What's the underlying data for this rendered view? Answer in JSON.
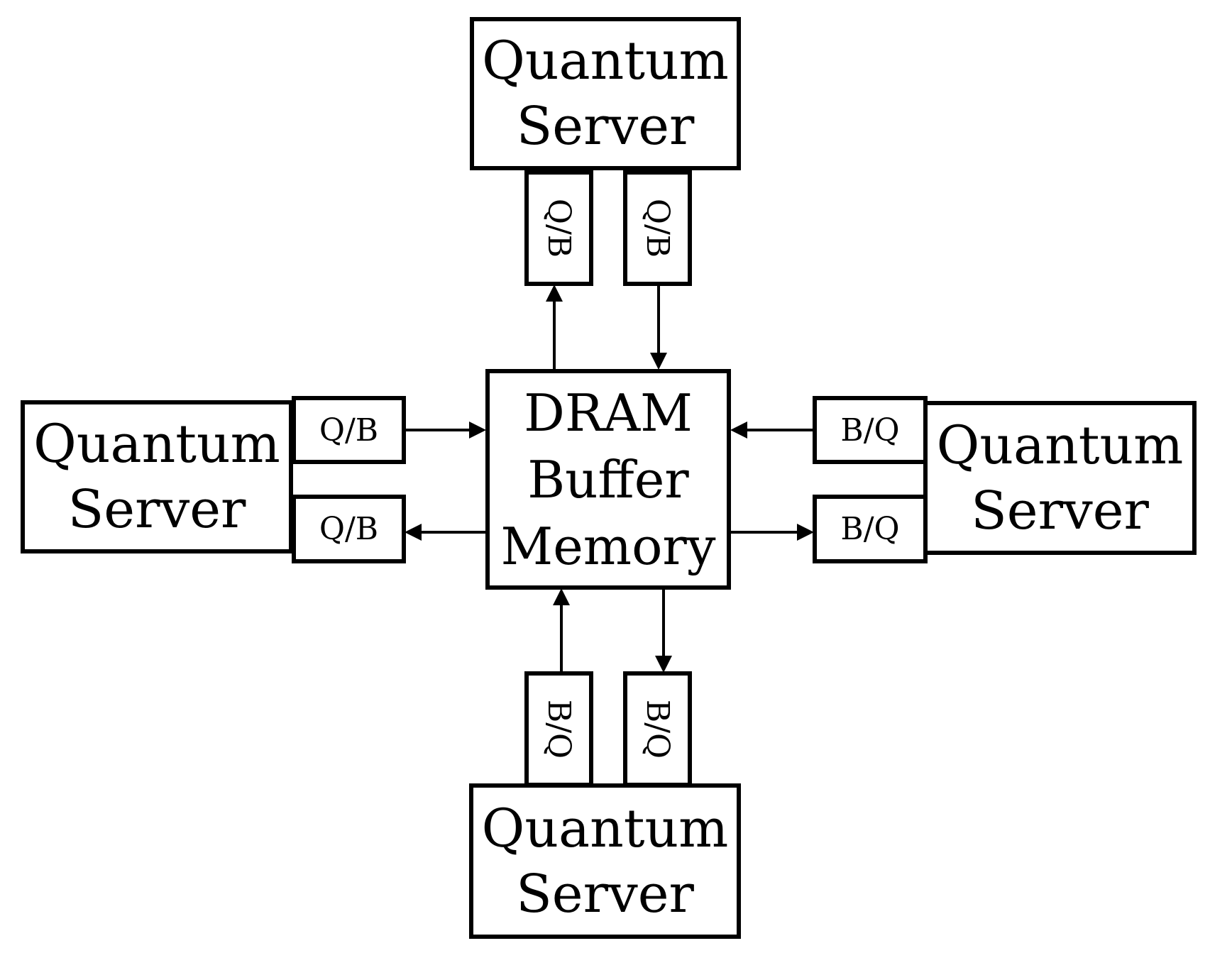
{
  "diagram": {
    "center": {
      "lines": [
        "DRAM",
        "Buffer",
        "Memory"
      ]
    },
    "servers": {
      "top": {
        "lines": [
          "Quantum",
          "Server"
        ]
      },
      "left": {
        "lines": [
          "Quantum",
          "Server"
        ]
      },
      "right": {
        "lines": [
          "Quantum",
          "Server"
        ]
      },
      "bottom": {
        "lines": [
          "Quantum",
          "Server"
        ]
      }
    },
    "converters": {
      "top": [
        "Q/B",
        "Q/B"
      ],
      "left": [
        "Q/B",
        "Q/B"
      ],
      "right": [
        "B/Q",
        "B/Q"
      ],
      "bottom": [
        "B/Q",
        "B/Q"
      ]
    },
    "connections": [
      {
        "from": "dram",
        "to": "top-converter-1",
        "direction": "up"
      },
      {
        "from": "top-converter-2",
        "to": "dram",
        "direction": "down"
      },
      {
        "from": "left-converter-1",
        "to": "dram",
        "direction": "right"
      },
      {
        "from": "dram",
        "to": "left-converter-2",
        "direction": "left"
      },
      {
        "from": "right-converter-1",
        "to": "dram",
        "direction": "left"
      },
      {
        "from": "dram",
        "to": "right-converter-2",
        "direction": "right"
      },
      {
        "from": "bottom-converter-1",
        "to": "dram",
        "direction": "up"
      },
      {
        "from": "dram",
        "to": "bottom-converter-2",
        "direction": "down"
      }
    ]
  }
}
